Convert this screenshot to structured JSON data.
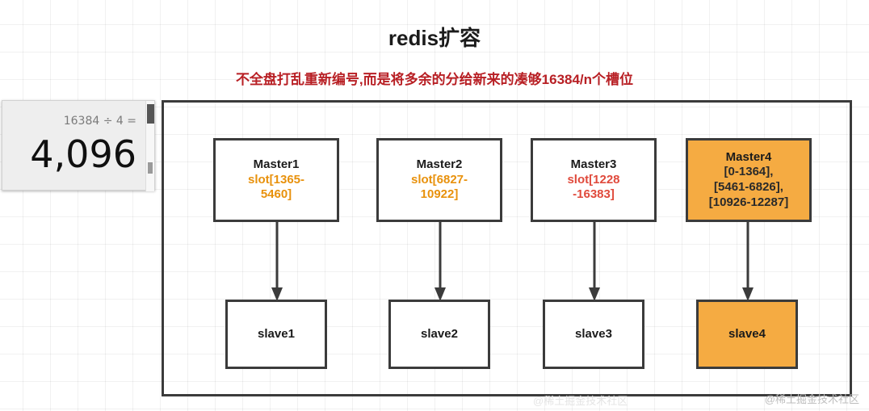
{
  "page": {
    "title": "redis扩容",
    "subtitle": "不全盘打乱重新编号,而是将多余的分给新来的凑够16384/n个槽位"
  },
  "calculator": {
    "expression": "16384 ÷ 4 =",
    "result": "4,096"
  },
  "diagram": {
    "masters": [
      {
        "name": "Master1",
        "slots": "slot[1365-\n5460]",
        "slot_color": "#e8910c",
        "highlight": false
      },
      {
        "name": "Master2",
        "slots": "slot[6827-\n10922]",
        "slot_color": "#e8910c",
        "highlight": false
      },
      {
        "name": "Master3",
        "slots": "slot[1228\n-16383]",
        "slot_color": "#e04a3c",
        "highlight": false
      },
      {
        "name": "Master4",
        "slots": "[0-1364],\n[5461-6826],\n[10926-12287]",
        "slot_color": "#2a2a2a",
        "highlight": true
      }
    ],
    "slaves": [
      {
        "name": "slave1",
        "highlight": false
      },
      {
        "name": "slave2",
        "highlight": false
      },
      {
        "name": "slave3",
        "highlight": false
      },
      {
        "name": "slave4",
        "highlight": true
      }
    ],
    "highlight_color": "#f5ab42",
    "border_color": "#3b3b3b"
  },
  "watermark": {
    "text": "@稀土掘金技术社区",
    "center_text": "@稀土掘金技术社区"
  }
}
